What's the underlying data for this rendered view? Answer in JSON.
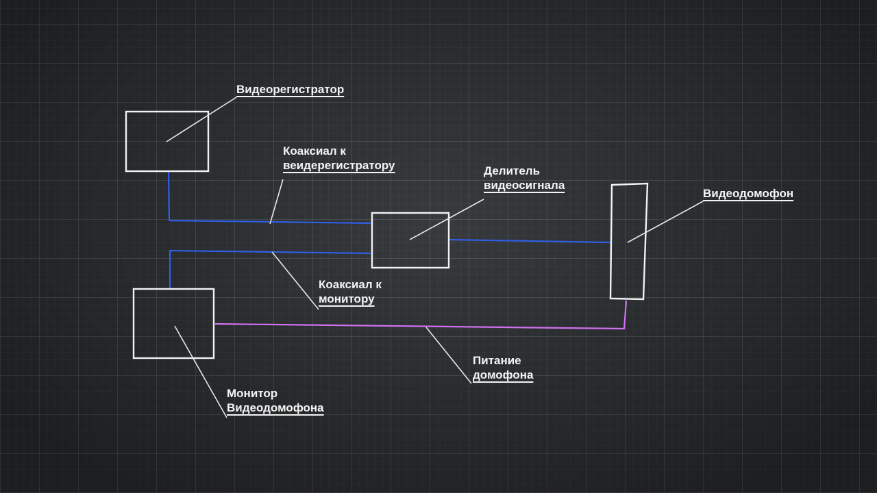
{
  "labels": {
    "recorder": [
      "Видеорегистратор"
    ],
    "coax_recorder": [
      "Коаксиал к",
      "веидерегистратору"
    ],
    "splitter": [
      "Делитель",
      "видеосигнала"
    ],
    "intercom": [
      "Видеодомофон"
    ],
    "coax_monitor": [
      "Коаксиал к",
      "монитору"
    ],
    "power": [
      "Питание",
      "домофона"
    ],
    "monitor": [
      "Монитор",
      "Видеодомофона"
    ]
  },
  "colors": {
    "box_stroke": "#f2f2f2",
    "coax_line": "#2f5fe8",
    "power_line": "#d070f0",
    "leader_line": "#e8e8e8",
    "text": "#f4f4f4"
  }
}
